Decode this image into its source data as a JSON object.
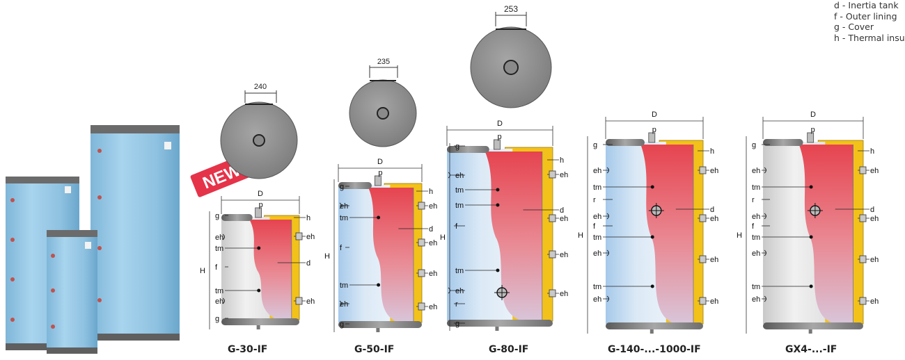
{
  "legend": {
    "items": [
      "d - Inertia tank",
      "f - Outer lining",
      "g - Cover",
      "h - Thermal insulation"
    ]
  },
  "badge": {
    "text": "NEW"
  },
  "labels": {
    "d": "d",
    "f": "f",
    "g": "g",
    "h": "h",
    "eh": "eh",
    "tm": "tm",
    "p": "p",
    "r": "r",
    "D": "D",
    "H": "H"
  },
  "models": [
    {
      "name": "G-30-IF",
      "top_dimension": "240"
    },
    {
      "name": "G-50-IF",
      "top_dimension": "235"
    },
    {
      "name": "G-80-IF",
      "top_dimension": "253"
    },
    {
      "name": "G-140-...-1000-IF"
    },
    {
      "name": "GX4-...-IF"
    }
  ],
  "colors": {
    "photo_tank": "#8fc3e2",
    "insulation": "#f2c21a",
    "tank_red": "#e84d56",
    "lining_blue": "#a9cbe9",
    "lining_white": "#e4e4e4",
    "cover_gray": "#7b7b7b",
    "badge_red": "#e5334a"
  }
}
